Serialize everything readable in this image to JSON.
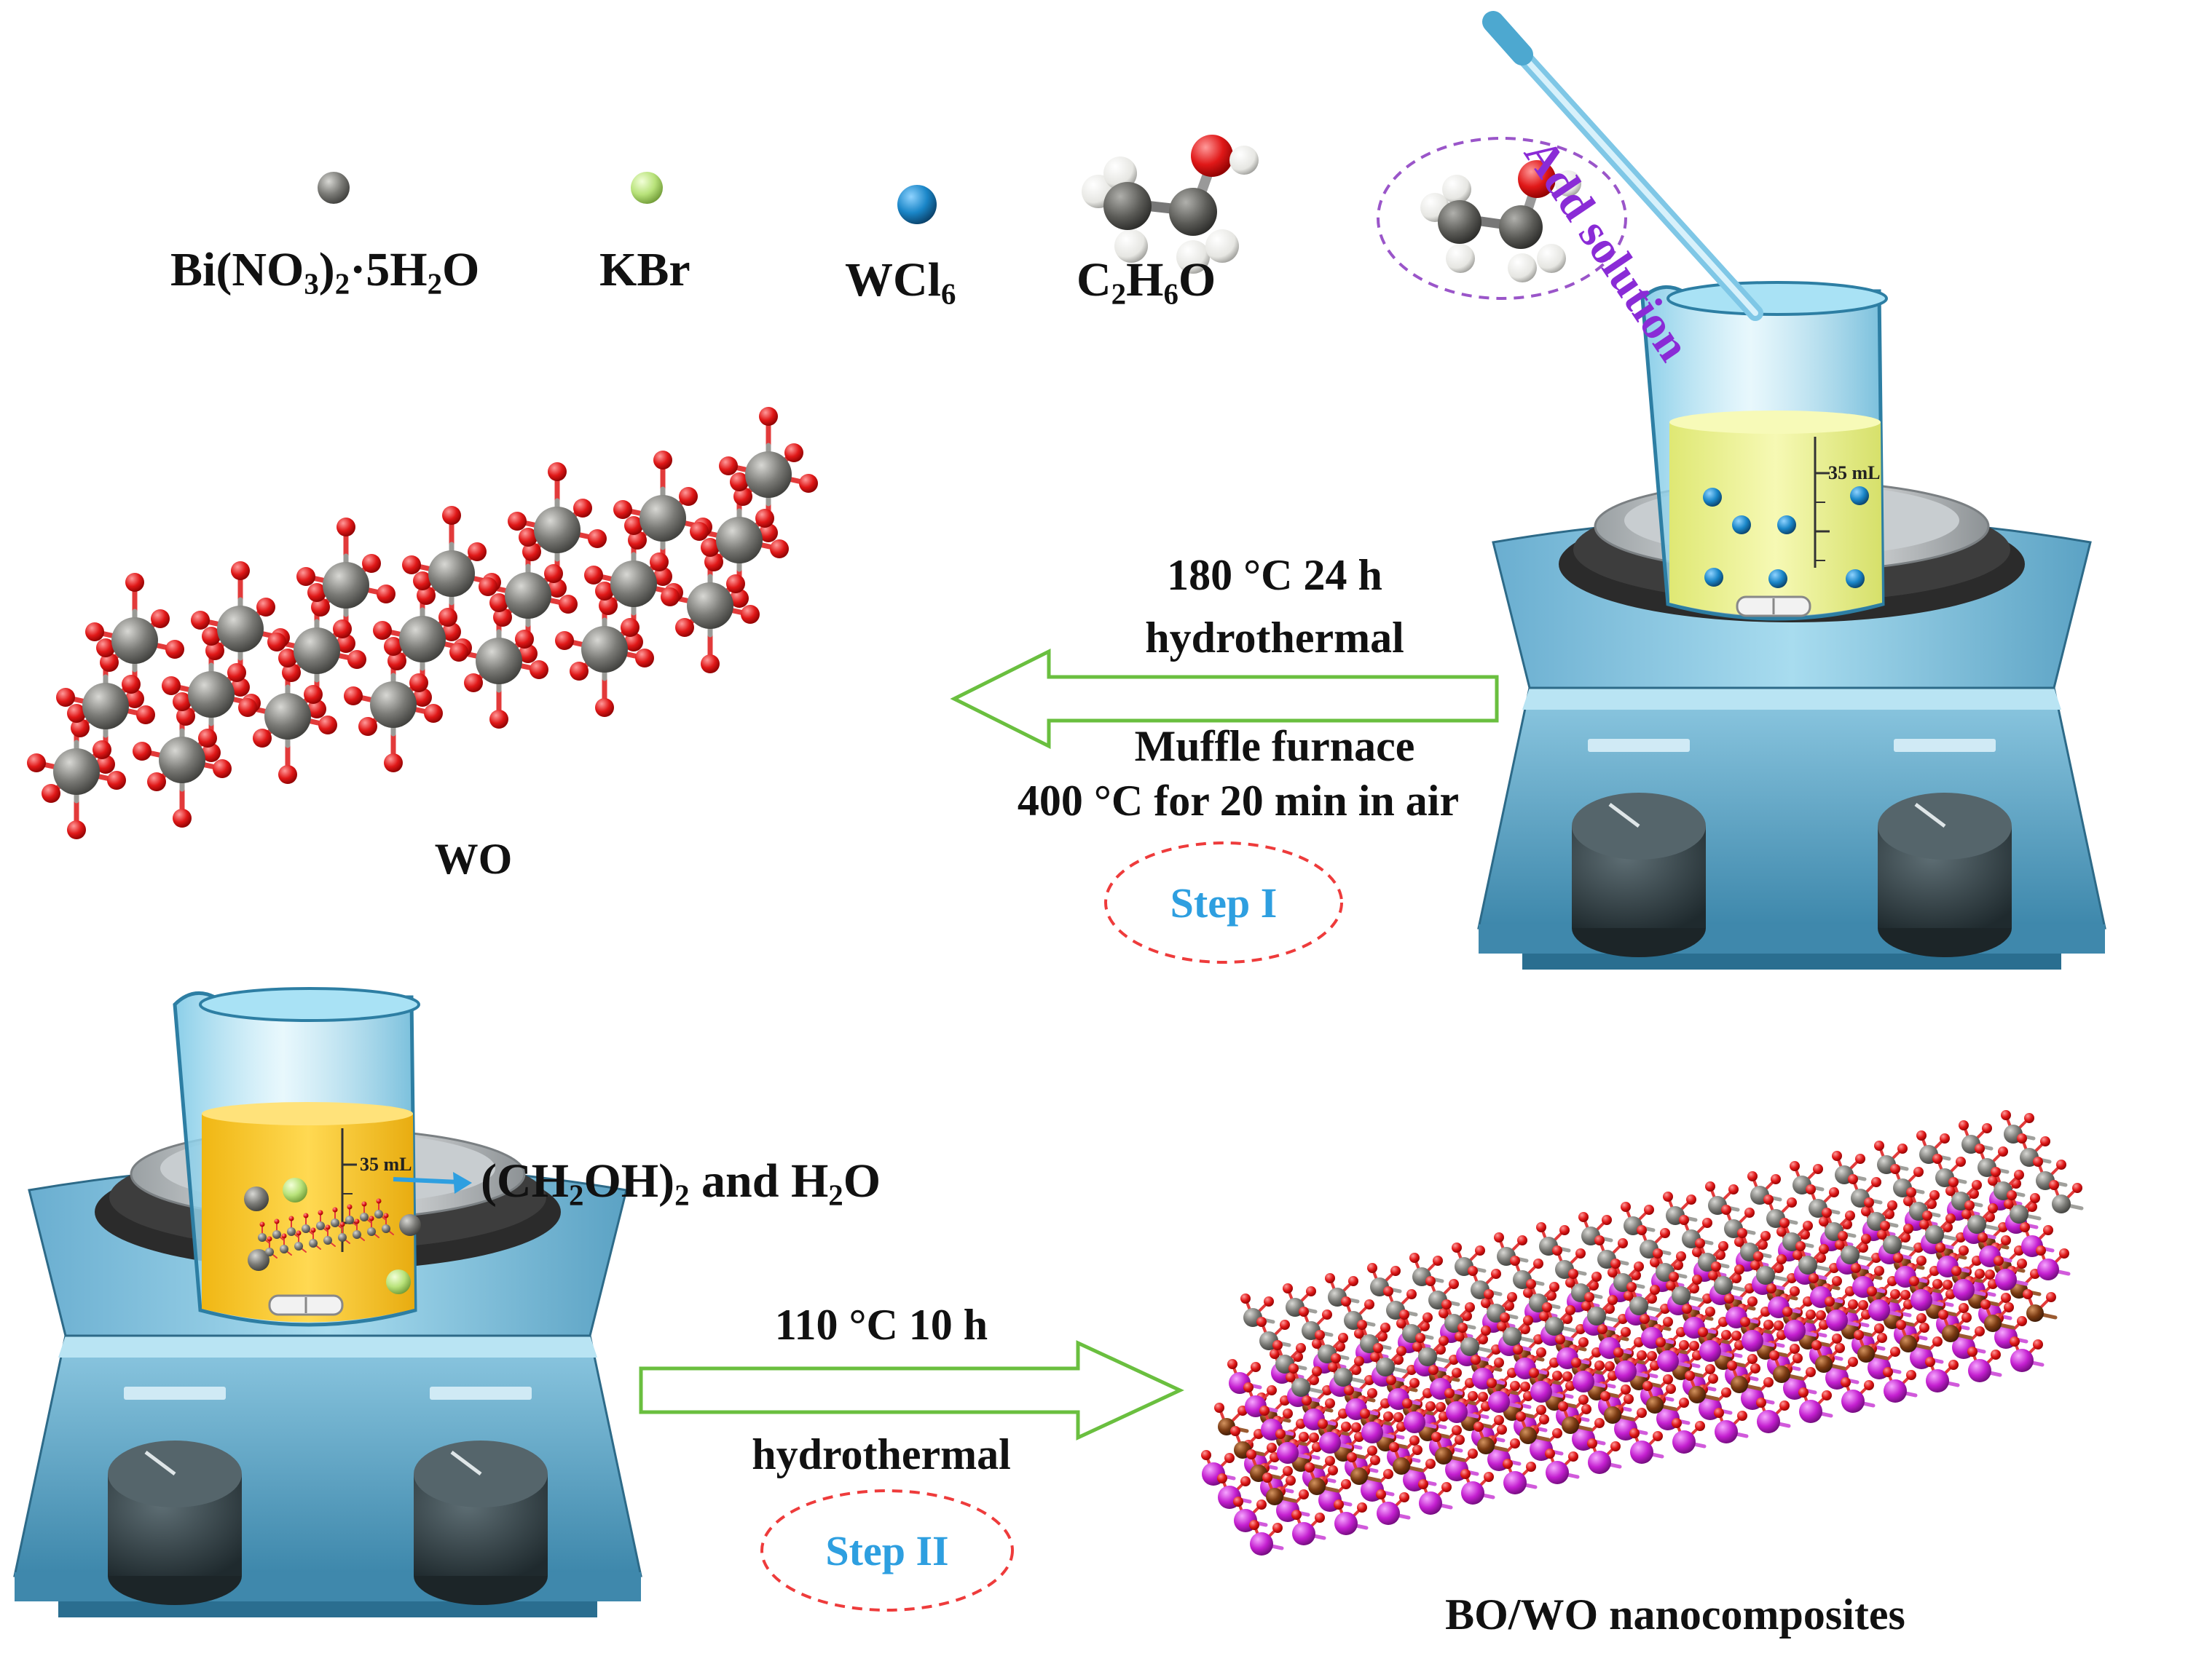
{
  "legend": {
    "bi_nitrate": {
      "name": "Bi(NO",
      "sub1": "3",
      "mid": ")",
      "sub2": "2",
      "tail": "·5H",
      "sub3": "2",
      "end": "O"
    },
    "kbr": {
      "name": "KBr"
    },
    "wcl6": {
      "name": "WCl",
      "sub1": "6"
    },
    "ethanol": {
      "a": "C",
      "sub1": "2",
      "b": "H",
      "sub2": "6",
      "c": "O"
    }
  },
  "step1": {
    "add_solution": "Add solution",
    "beaker_volume": "35 mL",
    "condition_top_1": "180 °C 24 h",
    "condition_top_2": "hydrothermal",
    "condition_bottom_1": "Muffle furnace",
    "condition_bottom_2": "400 °C for 20 min in air",
    "badge": "Step I",
    "product": "WO"
  },
  "step2": {
    "beaker_volume": "35 mL",
    "solvent": {
      "a": "(CH",
      "sub1": "2",
      "b": "OH)",
      "sub2": "2",
      "c": " and H",
      "sub3": "2",
      "d": "O"
    },
    "condition_top": "110 °C 10 h",
    "condition_bottom": "hydrothermal",
    "badge": "Step II",
    "product": "BO/WO nanocomposites"
  },
  "colors": {
    "w_atom": "#7a7a76",
    "o_atom": "#e01818",
    "bi_atom": "#c41fd0",
    "br_atom": "#7a3a12",
    "kbr_atom": "#b8e27a",
    "wcl6_atom": "#1a86c8",
    "arrow": "#6abf3f",
    "step_dash": "#ee3b3b",
    "ethanol_dash": "#9a55c9",
    "stirrer_body": "#5fa7c9",
    "solution1": "#eef28e",
    "solution2": "#f4c92a"
  }
}
